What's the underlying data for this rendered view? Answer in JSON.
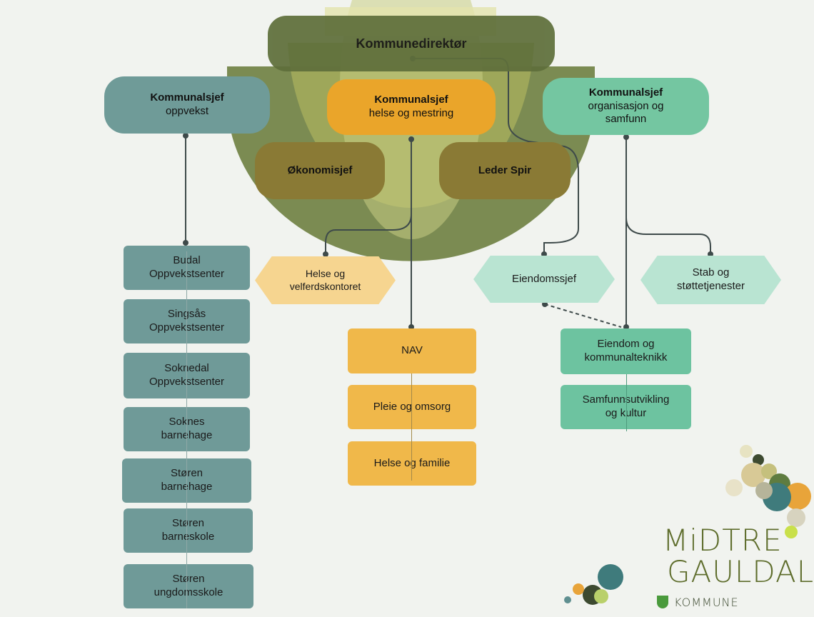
{
  "director": {
    "label": "Kommunedirektør"
  },
  "chiefs": [
    {
      "title": "Kommunalsjef",
      "subtitle": "oppvekst"
    },
    {
      "title": "Kommunalsjef",
      "subtitle": "helse og mestring"
    },
    {
      "title": "Kommunalsjef",
      "subtitle_line1": "organisasjon og",
      "subtitle_line2": "samfunn"
    }
  ],
  "staff": [
    {
      "label": "Økonomisjef"
    },
    {
      "label": "Leder Spir"
    }
  ],
  "oppvekst_units": [
    {
      "line1": "Budal",
      "line2": "Oppvekstsenter"
    },
    {
      "line1": "Singsås",
      "line2": "Oppvekstsenter"
    },
    {
      "line1": "Soknedal",
      "line2": "Oppvekstsenter"
    },
    {
      "line1": "Soknes",
      "line2": "barnehage"
    },
    {
      "line1": "Støren",
      "line2": "barnehage"
    },
    {
      "line1": "Støren",
      "line2": "barneskole"
    },
    {
      "line1": "Støren",
      "line2": "ungdomsskole"
    }
  ],
  "helse_office": {
    "line1": "Helse og",
    "line2": "velferdskontoret"
  },
  "helse_units": [
    {
      "label": "NAV"
    },
    {
      "label": "Pleie og omsorg"
    },
    {
      "label": "Helse og familie"
    }
  ],
  "org_hex": [
    {
      "line1": "Eiendomssjef",
      "line2": ""
    },
    {
      "line1": "Stab og",
      "line2": "støttetjenester"
    }
  ],
  "org_units": [
    {
      "line1": "Eiendom og",
      "line2": "kommunalteknikk"
    },
    {
      "line1": "Samfunnsutvikling",
      "line2": "og kultur"
    }
  ],
  "logo": {
    "line1": "MiDTRE",
    "line2": "GAULDAL",
    "line3": "KOMMUNE"
  },
  "colors": {
    "director": "#5f6f3b",
    "chief_oppvekst": "#6f9b98",
    "chief_helse": "#eaa52a",
    "chief_org": "#74c6a1",
    "staff": "#8a7a35",
    "oppvekst_unit": "#6f9a98",
    "helse_unit": "#f0b84a",
    "helse_hex": "#f6d590",
    "org_unit": "#6dc3a0",
    "org_hex": "#b9e4d2"
  }
}
